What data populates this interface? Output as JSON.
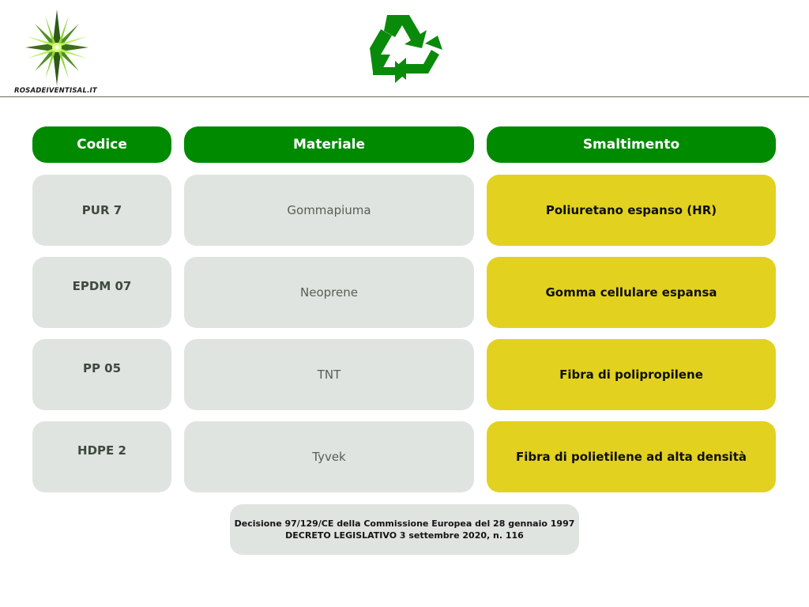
{
  "brand": {
    "logo_text": "ROSADEIVENTISALIT",
    "icon": "compass-star-logo"
  },
  "header_icon": "recycle-icon",
  "colors": {
    "header_green": "#008a00",
    "cell_grey": "#e0e4e0",
    "highlight_yellow": "#e2d21f"
  },
  "table": {
    "headers": [
      "Codice",
      "Materiale",
      "Smaltimento"
    ],
    "rows": [
      {
        "codice": "PUR 7",
        "materiale": "Gommapiuma",
        "smaltimento": "Poliuretano espanso (HR)"
      },
      {
        "codice": "EPDM 07",
        "materiale": "Neoprene",
        "smaltimento": "Gomma cellulare espansa"
      },
      {
        "codice": "PP 05",
        "materiale": "TNT",
        "smaltimento": "Fibra di polipropilene"
      },
      {
        "codice": "HDPE 2",
        "materiale": "Tyvek",
        "smaltimento": "Fibra di polietilene ad alta densità"
      }
    ]
  },
  "footer": {
    "line1": "Decisione 97/129/CE della Commissione Europea del 28 gennaio 1997",
    "line2": "DECRETO LEGISLATIVO 3 settembre 2020, n. 116"
  }
}
